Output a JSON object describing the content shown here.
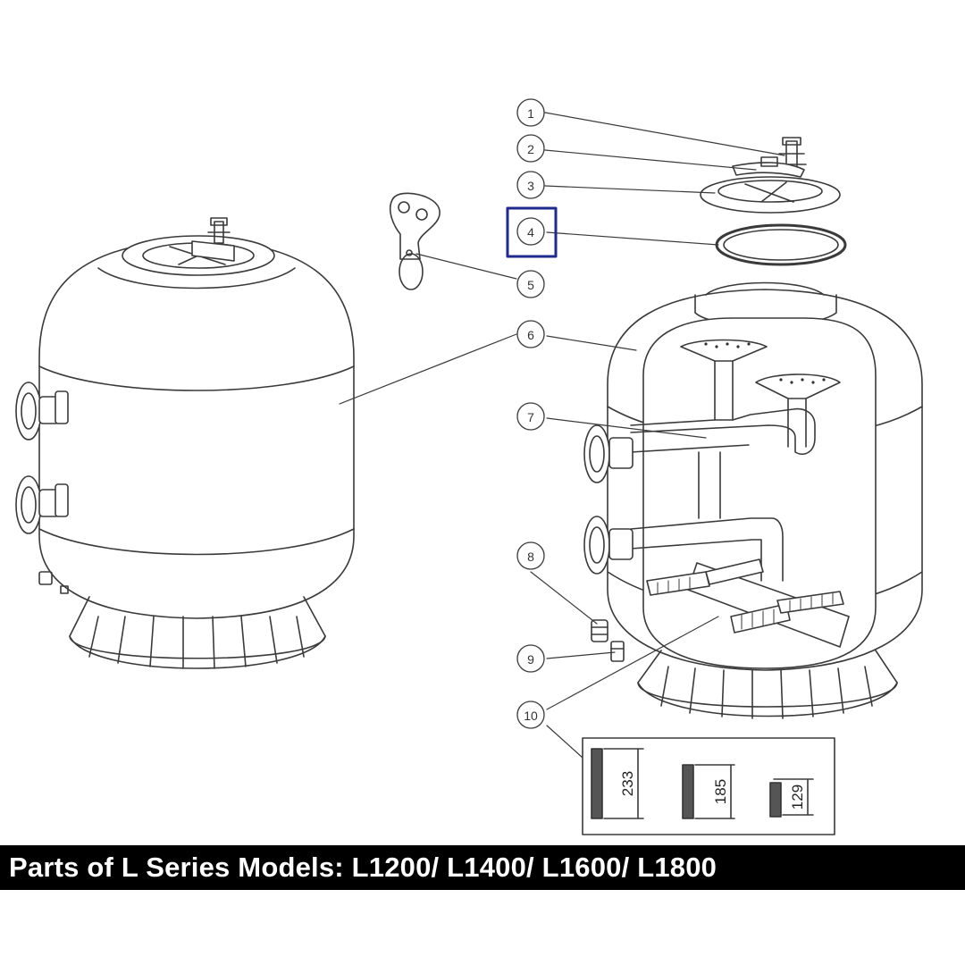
{
  "caption": "Parts of L Series Models: L1200/ L1400/ L1600/ L1800",
  "callouts": [
    {
      "id": "callout-1",
      "label": "1"
    },
    {
      "id": "callout-2",
      "label": "2"
    },
    {
      "id": "callout-3",
      "label": "3"
    },
    {
      "id": "callout-4",
      "label": "4",
      "highlighted": true
    },
    {
      "id": "callout-5",
      "label": "5"
    },
    {
      "id": "callout-6",
      "label": "6"
    },
    {
      "id": "callout-7",
      "label": "7"
    },
    {
      "id": "callout-8",
      "label": "8"
    },
    {
      "id": "callout-9",
      "label": "9"
    },
    {
      "id": "callout-10",
      "label": "10"
    }
  ],
  "lateral_dimensions": [
    "233",
    "185",
    "129"
  ],
  "colors": {
    "line": "#3a3a3a",
    "highlight": "#1f2a8f",
    "caption_bg": "#000000",
    "caption_text": "#ffffff"
  }
}
